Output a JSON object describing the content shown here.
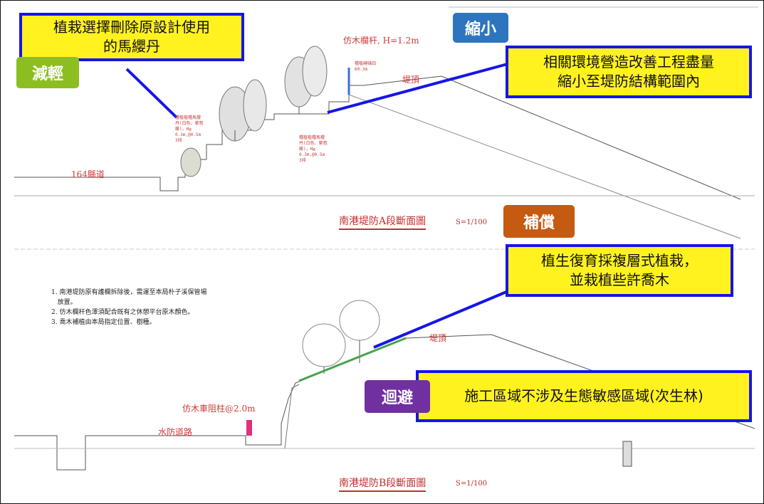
{
  "callouts": {
    "top_left": "植栽選擇刪除原設計使用\n的馬纓丹",
    "top_right": "相關環境營造改善工程盡量\n縮小至堤防結構範圍內",
    "middle_right": "植生復育採複層式植栽，\n並栽植些許喬木",
    "bottom_right": "施工區域不涉及生態敏感區域(次生林)"
  },
  "tags": {
    "reduce": {
      "label": "減輕",
      "color": "#8cbe22"
    },
    "minimize": {
      "label": "縮小",
      "color": "#2e75c0"
    },
    "compensate": {
      "label": "補償",
      "color": "#c55a11"
    },
    "avoid": {
      "label": "迴避",
      "color": "#7030a0"
    }
  },
  "section_a": {
    "railing_label": "仿木欄杆, H=1.2m",
    "levee_top": "堤頂",
    "road": "164縣道",
    "title": "南港堤防A段斷面圖",
    "scale": "S=1/100",
    "small_note_1": "種植磚綠四\n60.3m",
    "plant_note_1": "種植植種馬櫻\n丹(白色、紫苞\n藤)，H≧\n0.3m,@0.5m\n3排",
    "plant_note_2": "種植植種馬櫻\n丹(白色、紫苞\n藤)，H≧\n0.3m,@0.5m\n3排"
  },
  "section_b": {
    "notes": [
      "1. 南港堤防原有護欄拆除後，需運至本局朴子溪保管場",
      "   放置。",
      "2. 仿木欄杆色澤須配合既有之休憩平台原木顏色。",
      "3. 喬木補植由本局指定位置、樹種。"
    ],
    "bollard_label": "仿木車阻柱@2.0m",
    "road": "水防道路",
    "levee_top": "堤頂",
    "title": "南港堤防B段斷面圖",
    "scale": "S=1/100"
  },
  "colors": {
    "callout_fill": "#fff21f",
    "callout_border": "#1515e8",
    "pointer_line": "#1515e8",
    "drawing_red": "#d23a3a"
  }
}
